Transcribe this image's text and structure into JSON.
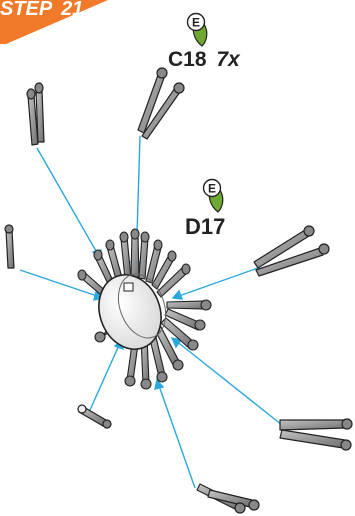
{
  "step": {
    "prefix": "STEP",
    "number": "21",
    "banner_color": "#f07a2a",
    "text_color": "#ffffff"
  },
  "parts": [
    {
      "badge": "E",
      "code": "C18",
      "quantity": "7x",
      "leaf_color": "#6fa830"
    },
    {
      "badge": "E",
      "code": "D17",
      "quantity": "",
      "leaf_color": "#6fa830"
    }
  ],
  "colors": {
    "arrow": "#2aa8de",
    "rod_fill": "#9a9a9a",
    "rod_stroke": "#222222",
    "hub_fill": "#f2f2f2"
  }
}
